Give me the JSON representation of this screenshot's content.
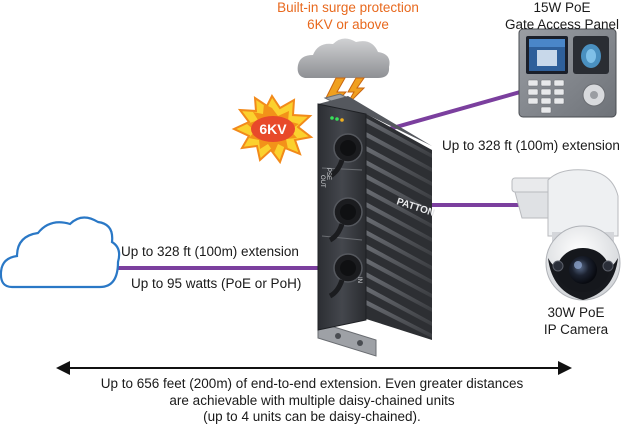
{
  "surge": {
    "line1": "Built-in surge protection",
    "line2": "6KV or above",
    "badge": "6KV"
  },
  "gate_panel": {
    "line1": "15W PoE",
    "line2": "Gate Access Panel"
  },
  "upper_link": {
    "text": "Up to 328 ft (100m) extension"
  },
  "input_link": {
    "distance": "Up to 328 ft (100m) extension",
    "power": "Up to 95 watts (PoE or PoH)"
  },
  "camera": {
    "line1": "30W PoE",
    "line2": "IP Camera"
  },
  "device": {
    "brand": "PATTON",
    "port_out_label": "OUT",
    "port_in_label": "IN",
    "port_pse_label": "PSE"
  },
  "total_extension": {
    "line1": "Up to 656 feet (200m) of end-to-end extension. Even greater distances",
    "line2": "are achievable with multiple daisy-chained units",
    "line3": "(up to 4 units can be daisy-chained)."
  },
  "colors": {
    "cable": "#7b3f9e",
    "surge_orange": "#e8691e",
    "cloud_blue": "#2a78c6",
    "device_body": "#3a3d42"
  }
}
